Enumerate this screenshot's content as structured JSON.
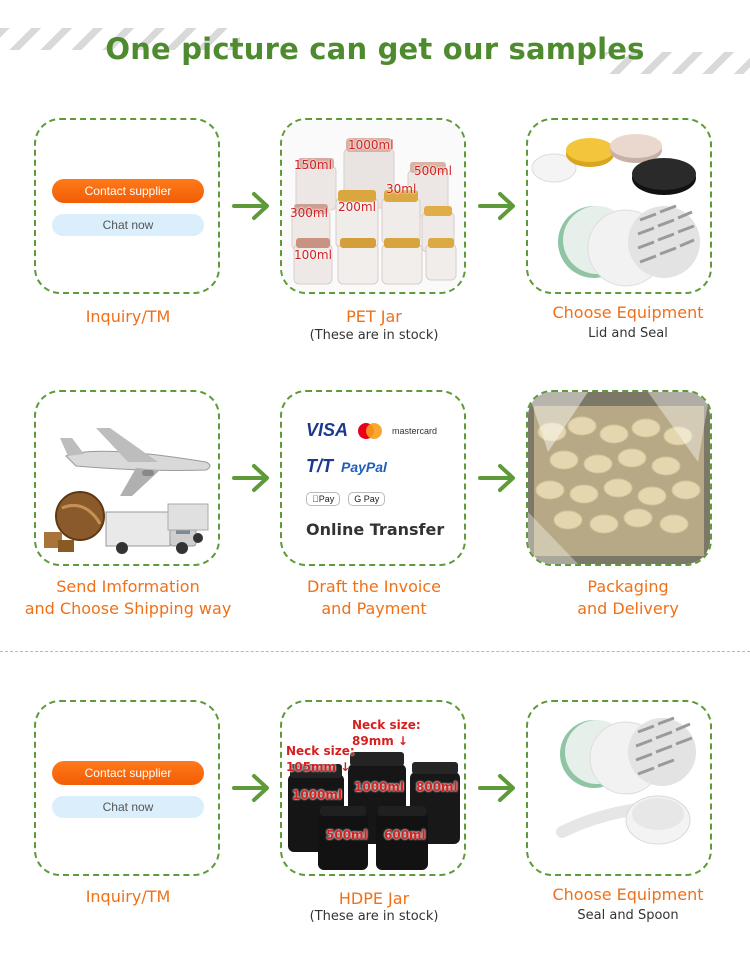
{
  "title": "One picture can get our samples",
  "buttons": {
    "contact_supplier": "Contact supplier",
    "chat_now": "Chat now"
  },
  "steps": {
    "inquiry_1": {
      "label": "Inquiry/TM"
    },
    "pet_jar": {
      "label": "PET Jar",
      "sub": "(These are in stock)",
      "sizes": [
        "1000ml",
        "150ml",
        "500ml",
        "30ml",
        "300ml",
        "200ml",
        "100ml"
      ]
    },
    "choose_equipment_1": {
      "label": "Choose Equipment",
      "sub": "Lid and Seal"
    },
    "send_info": {
      "label_line1": "Send Imformation",
      "label_line2": "and Choose Shipping way"
    },
    "draft_invoice": {
      "label_line1": "Draft the Invoice",
      "label_line2": "and Payment",
      "payment": {
        "visa": "VISA",
        "mastercard": "mastercard",
        "tt": "T/T",
        "paypal": "PayPal",
        "apple_pay": "Pay",
        "google_pay": "G Pay",
        "online": "Online Transfer"
      }
    },
    "packaging": {
      "label_line1": "Packaging",
      "label_line2": "and Delivery"
    },
    "inquiry_2": {
      "label": "Inquiry/TM"
    },
    "hdpe_jar": {
      "label": "HDPE Jar",
      "sub": "(These are in stock)",
      "neck_89_line1": "Neck size:",
      "neck_89_line2": "89mm ↓",
      "neck_105_line1": "Neck size:",
      "neck_105_line2": "105mm ↓",
      "sizes": [
        "1000ml",
        "1000ml",
        "800ml",
        "500ml",
        "600ml"
      ]
    },
    "choose_equipment_2": {
      "label": "Choose Equipment",
      "sub": "Seal and Spoon"
    }
  },
  "colors": {
    "title_green": "#4e8a2e",
    "label_orange": "#f07018",
    "dash_green": "#5f9a3a"
  }
}
